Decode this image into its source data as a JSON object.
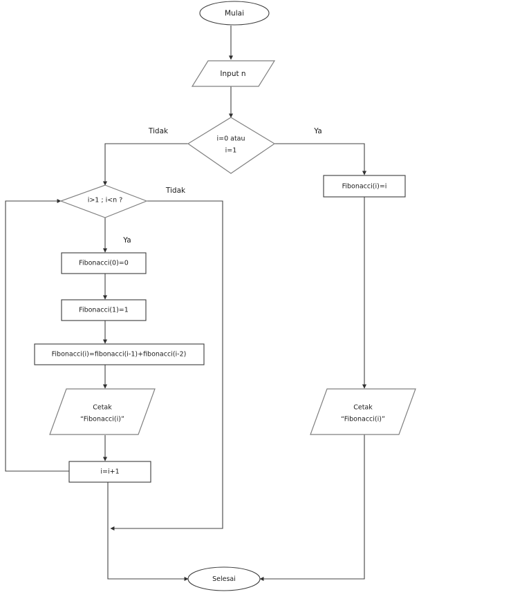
{
  "diagram": {
    "title": "Flowchart Fibonacci",
    "type": "flowchart",
    "language": "id",
    "colors": {
      "shape_stroke": "#7f7f7f",
      "shape_stroke_dark": "#3a3a3a",
      "connector_stroke": "#404040",
      "shape_fill": "#ffffff",
      "text": "#1a1a1a",
      "background": "#ffffff"
    }
  },
  "nodes": {
    "start": {
      "label": "Mulai",
      "shape": "terminator"
    },
    "input_n": {
      "label": "Input n",
      "shape": "parallelogram"
    },
    "decision1_line1": {
      "label": "i=0 atau",
      "shape": "diamond"
    },
    "decision1_line2": {
      "label": "i=1",
      "shape": "diamond"
    },
    "decision2": {
      "label": "i>1 ; i<n ?",
      "shape": "diamond"
    },
    "fib_i_eq_i": {
      "label": "Fibonacci(i)=i",
      "shape": "process"
    },
    "fib0": {
      "label": "Fibonacci(0)=0",
      "shape": "process"
    },
    "fib1": {
      "label": "Fibonacci(1)=1",
      "shape": "process"
    },
    "fib_recurrence": {
      "label": "Fibonacci(i)=fibonacci(i-1)+fibonacci(i-2)",
      "shape": "process"
    },
    "print_left_line1": {
      "label": "Cetak",
      "shape": "parallelogram"
    },
    "print_left_line2": {
      "label": "“Fibonacci(i)”",
      "shape": "parallelogram"
    },
    "increment": {
      "label": "i=i+1",
      "shape": "process"
    },
    "print_right_line1": {
      "label": "Cetak",
      "shape": "parallelogram"
    },
    "print_right_line2": {
      "label": "“Fibonacci(i)”",
      "shape": "parallelogram"
    },
    "end": {
      "label": "Selesai",
      "shape": "terminator"
    }
  },
  "edge_labels": {
    "d1_no": "Tidak",
    "d1_yes": "Ya",
    "d2_no": "Tidak",
    "d2_yes": "Ya"
  }
}
